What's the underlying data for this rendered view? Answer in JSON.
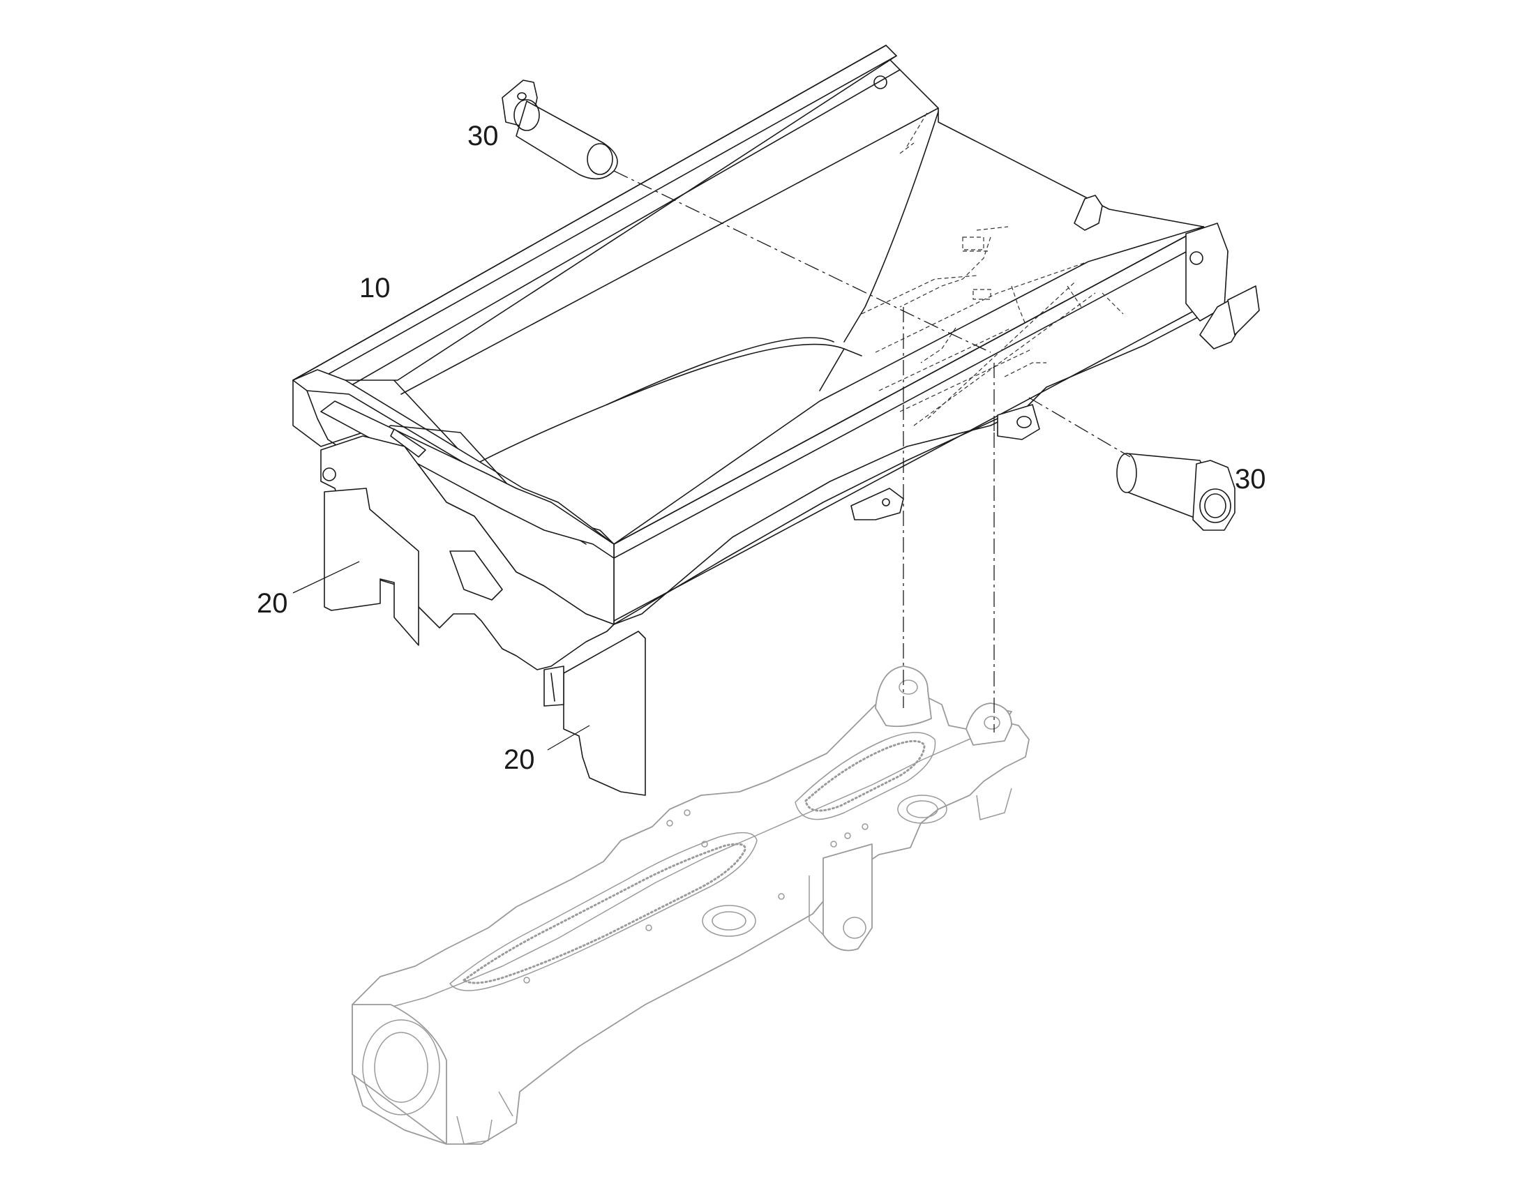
{
  "callouts": {
    "part_10": "10",
    "part_20_left": "20",
    "part_20_bottom": "20",
    "part_30_top": "30",
    "part_30_right": "30"
  },
  "colors": {
    "line": "#1a1a1a",
    "ghost_frame": "#9a9a9a",
    "background": "#ffffff"
  }
}
